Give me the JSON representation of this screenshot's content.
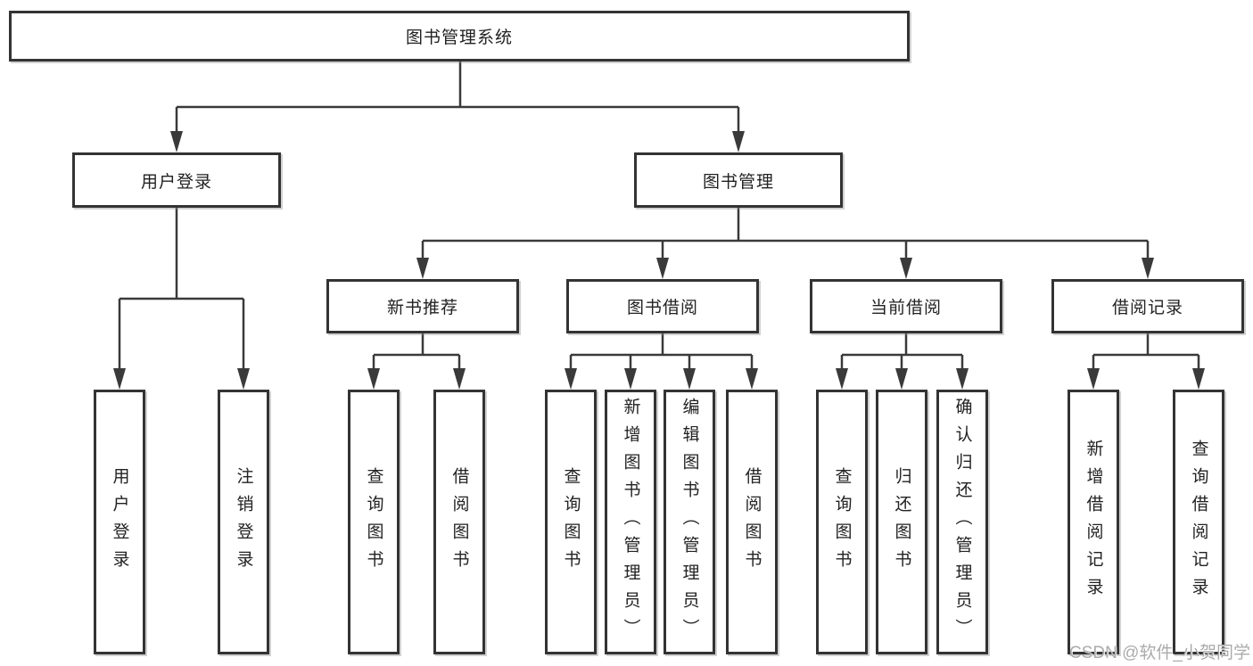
{
  "colors": {
    "background": "#ffffff",
    "line": "#3a3a3a",
    "border": "#333333",
    "text": "#222222",
    "watermark": "#ababab"
  },
  "watermark": {
    "text": "CSDN @软件_小贺同学"
  },
  "tree": {
    "root": "图书管理系统",
    "children": [
      {
        "label": "用户登录",
        "children": [
          "用户登录",
          "注销登录"
        ]
      },
      {
        "label": "图书管理",
        "children": [
          {
            "label": "新书推荐",
            "children": [
              "查询图书",
              "借阅图书"
            ]
          },
          {
            "label": "图书借阅",
            "children": [
              "查询图书",
              "新增图书（管理员）",
              "编辑图书（管理员）",
              "借阅图书"
            ]
          },
          {
            "label": "当前借阅",
            "children": [
              "查询图书",
              "归还图书",
              "确认归还（管理员）"
            ]
          },
          {
            "label": "借阅记录",
            "children": [
              "新增借阅记录",
              "查询借阅记录"
            ]
          }
        ]
      }
    ]
  }
}
